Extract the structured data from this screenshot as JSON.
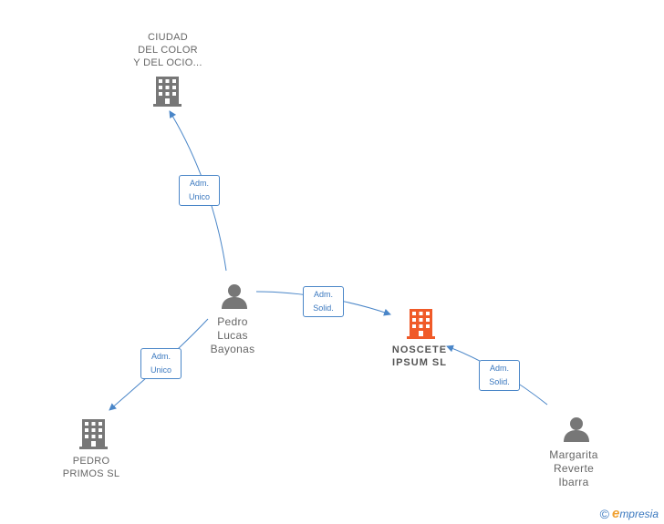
{
  "colors": {
    "edge": "#4a86c8",
    "company": "#777777",
    "focus_company": "#f05a28",
    "person": "#777777"
  },
  "nodes": {
    "ciudad": {
      "label_lines": [
        "CIUDAD",
        "DEL COLOR",
        "Y DEL OCIO..."
      ],
      "icon": "building-icon"
    },
    "noscete": {
      "label_lines": [
        "NOSCETE",
        "IPSUM SL"
      ],
      "icon": "building-icon"
    },
    "primos": {
      "label_lines": [
        "PEDRO",
        "PRIMOS SL"
      ],
      "icon": "building-icon"
    },
    "pedro": {
      "label_lines": [
        "Pedro",
        "Lucas",
        "Bayonas"
      ],
      "icon": "person-icon"
    },
    "margarita": {
      "label_lines": [
        "Margarita",
        "Reverte",
        "Ibarra"
      ],
      "icon": "person-icon"
    }
  },
  "edges": {
    "pedro_ciudad": {
      "lines": [
        "Adm.",
        "Unico"
      ]
    },
    "pedro_noscete": {
      "lines": [
        "Adm.",
        "Solid."
      ]
    },
    "pedro_primos": {
      "lines": [
        "Adm.",
        "Unico"
      ]
    },
    "margarita_noscete": {
      "lines": [
        "Adm.",
        "Solid."
      ]
    }
  },
  "footer": {
    "copyright_symbol": "©",
    "brand_initial": "e",
    "brand_rest": "mpresia"
  }
}
